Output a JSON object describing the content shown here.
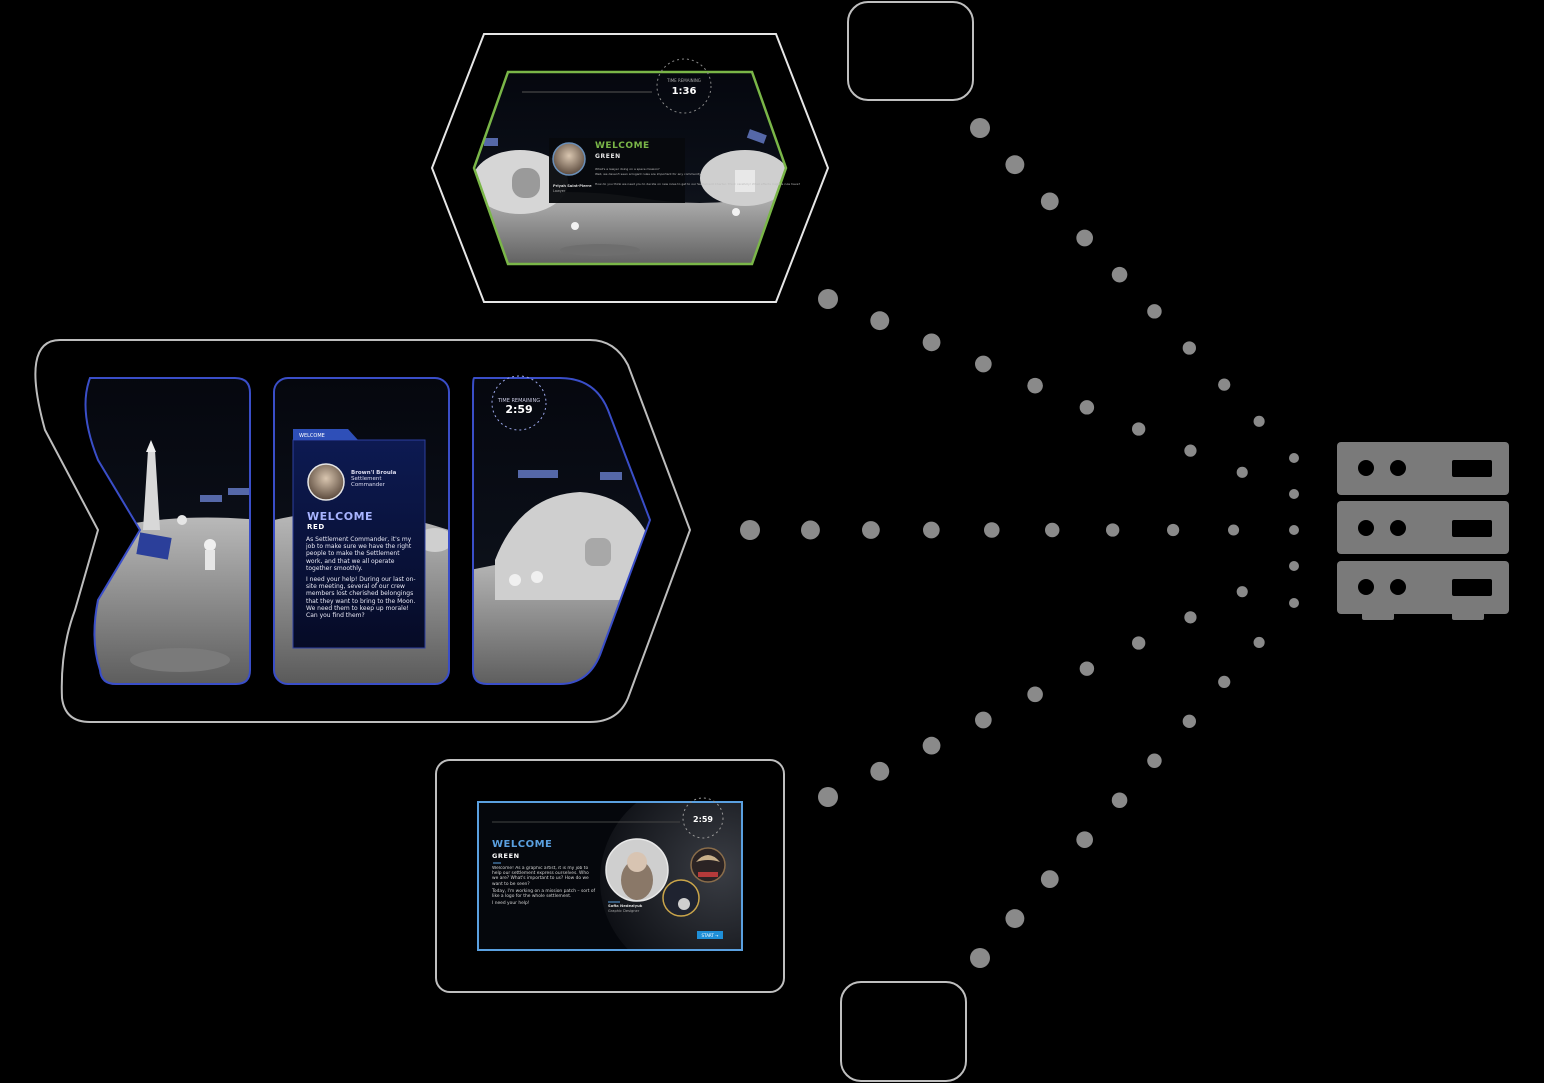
{
  "colors": {
    "background": "#000000",
    "frame_stroke": "#bfbfbf",
    "dot": "#8a8a8a",
    "server": "#7a7a7a",
    "green_accent": "#7ab648",
    "blue_accent": "#3a4ec8",
    "light_blue": "#5aa0e0"
  },
  "screen_top": {
    "timer_label": "TIME REMAINING",
    "timer_value": "1:36",
    "welcome": "WELCOME",
    "team": "GREEN",
    "body_1": "What's a lawyer doing on a space mission?",
    "body_2": "Well, we daven't seen arrogant rules are important for any community.",
    "body_3": "How do you think we need you to decide on new rules to get to our Settlement Charter. Think carefully! What effects might a rule have?",
    "person_name": "Priyah Saint-Pierre",
    "person_role": "Lawyer"
  },
  "screen_middle": {
    "tab_label": "WELCOME",
    "person_name": "Brown'l Broula",
    "person_role_1": "Settlement",
    "person_role_2": "Commander",
    "welcome": "WELCOME",
    "team": "RED",
    "body_1": "As Settlement Commander, it's my job to make sure we have the right people to make the Settlement work, and that we all operate together smoothly.",
    "body_2": "I need your help! During our last on-site meeting, several of our crew members lost cherished belongings that they want to bring to the Moon. We need them to keep up morale! Can you find them?",
    "timer_label": "TIME REMAINING",
    "timer_value": "2:59"
  },
  "screen_bottom": {
    "timer_value": "2:59",
    "welcome": "WELCOME",
    "team": "GREEN",
    "body_1": "Welcome! As a graphic artist, it is my job to help our settlement express ourselves. Who we are? What's important to us? How do we want to be seen?",
    "body_2": "Today, I'm working on a mission patch – sort of like a logo for the whole settlement.",
    "body_3": "I need your help!",
    "person_name": "Sofia Nedeziyuk",
    "person_role": "Graphic Designer",
    "start_label": "START →"
  }
}
